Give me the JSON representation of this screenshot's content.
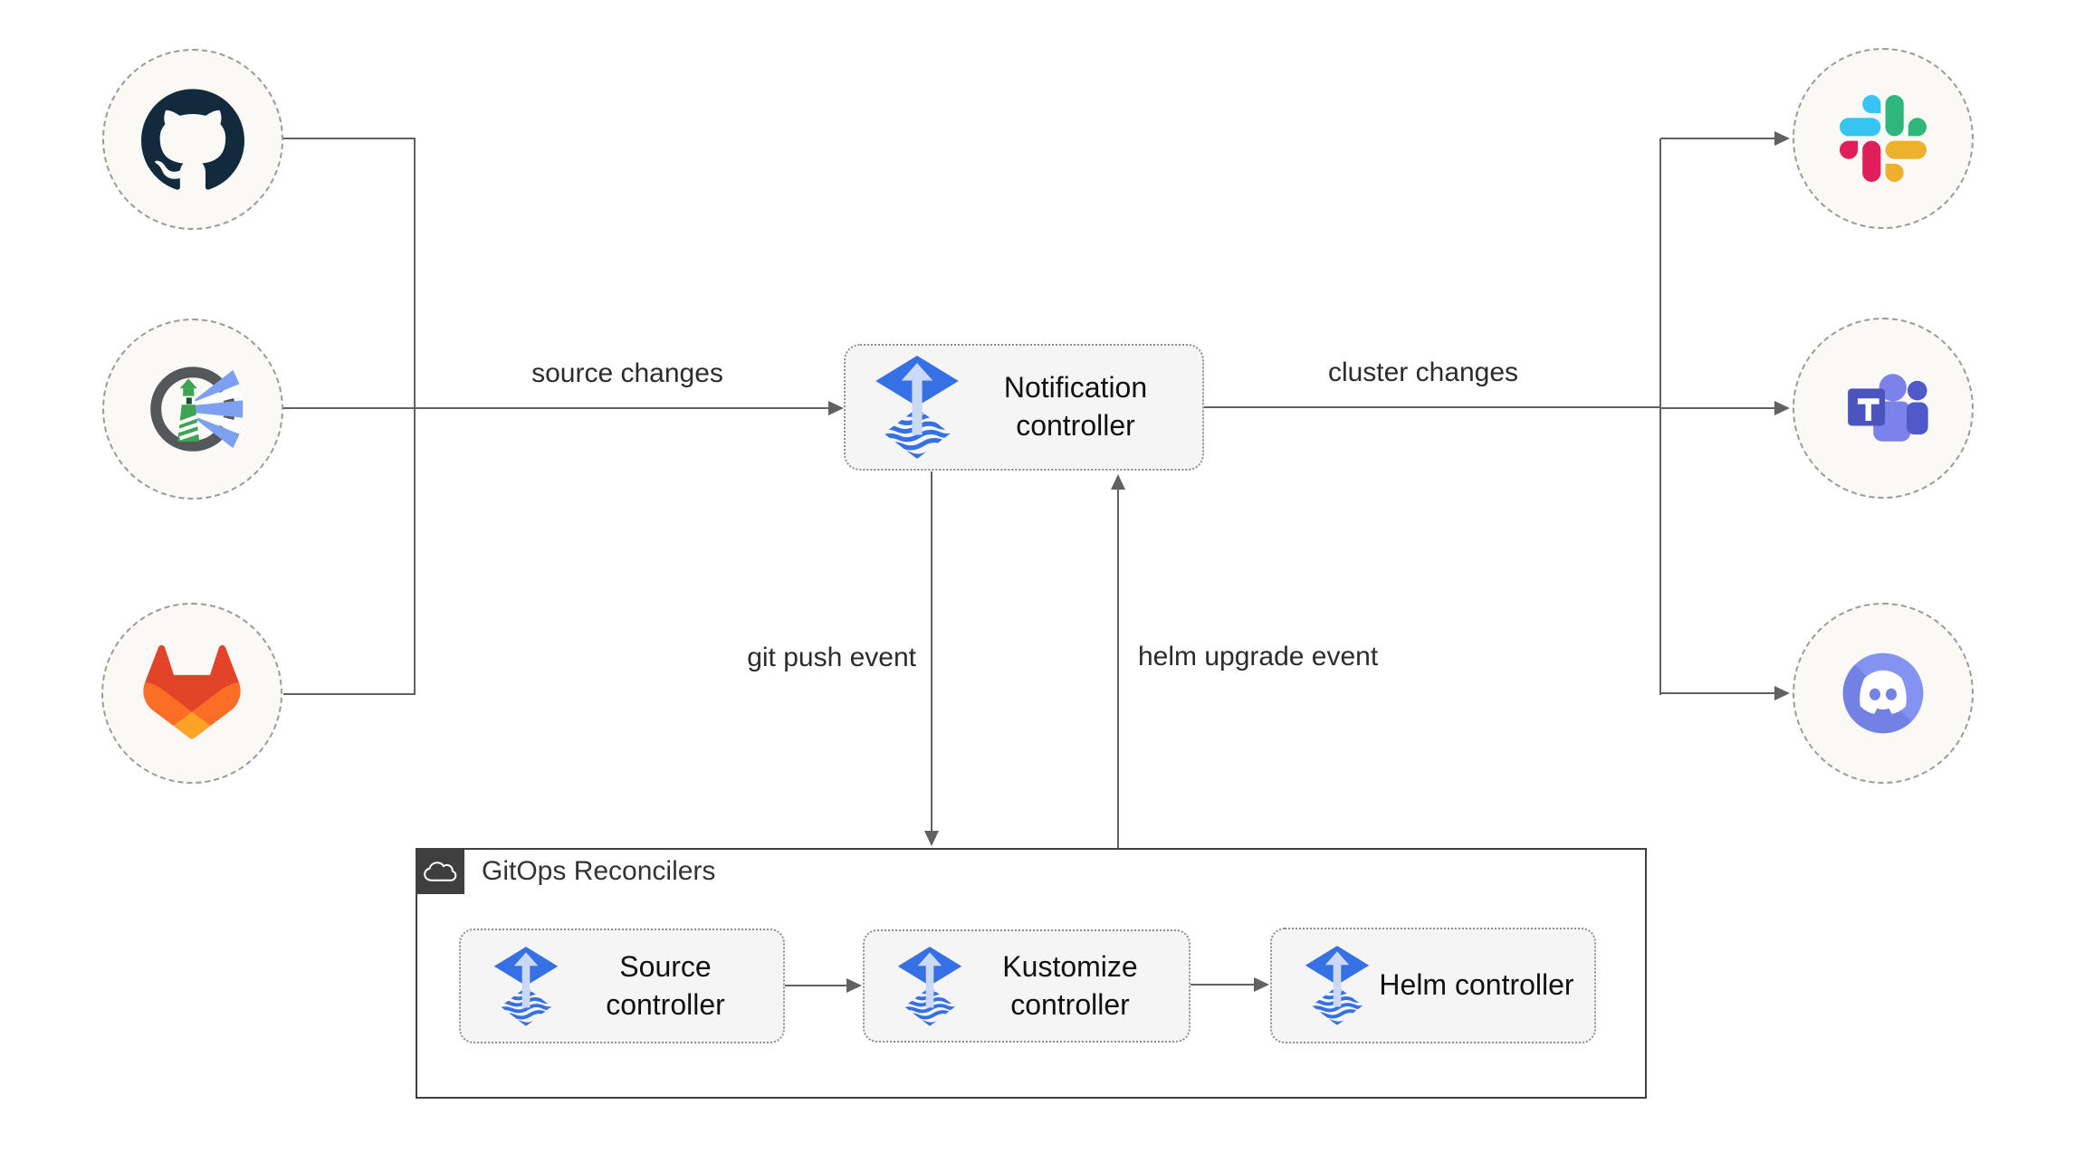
{
  "diagram": {
    "nodes": {
      "notification": {
        "label": "Notification controller",
        "icon": "flux-icon"
      },
      "source": {
        "label": "Source controller",
        "icon": "flux-icon"
      },
      "kustomize": {
        "label": "Kustomize controller",
        "icon": "flux-icon"
      },
      "helm": {
        "label": "Helm controller",
        "icon": "flux-icon"
      },
      "group": {
        "label": "GitOps Reconcilers",
        "icon": "cloud-icon"
      }
    },
    "integrations": {
      "left": [
        {
          "icon": "github-icon"
        },
        {
          "icon": "harbor-icon"
        },
        {
          "icon": "gitlab-icon"
        }
      ],
      "right": [
        {
          "icon": "slack-icon"
        },
        {
          "icon": "microsoft-teams-icon"
        },
        {
          "icon": "discord-icon"
        }
      ]
    },
    "edge_labels": {
      "source_changes": "source changes",
      "cluster_changes": "cluster changes",
      "git_push": "git push event",
      "helm_upgrade": "helm upgrade event"
    },
    "colors": {
      "flux_blue": "#3570E4",
      "flux_light": "#CBD9F6",
      "edge_gray": "#616161",
      "box_fill": "#F5F5F5",
      "box_border": "#8F8F8F",
      "circle_fill": "#FAF9F6",
      "circle_border": "#9B9B9B",
      "group_border": "#3F3F3F",
      "github_dark": "#112B3C",
      "gitlab_red": "#E24329",
      "gitlab_orange": "#FC6D26",
      "gitlab_yellow": "#FCA326",
      "slack_blue": "#36C5F0",
      "slack_green": "#2EB67D",
      "slack_yellow": "#ECB22E",
      "slack_red": "#E01E5A",
      "teams_light": "#7B83EB",
      "teams_dark": "#5059C9",
      "teams_square": "#4B53BC",
      "discord_blurple": "#7683E6",
      "harbor_green": "#3EA352",
      "harbor_gray": "#54585B",
      "harbor_beam": "#7DA1F0"
    }
  }
}
